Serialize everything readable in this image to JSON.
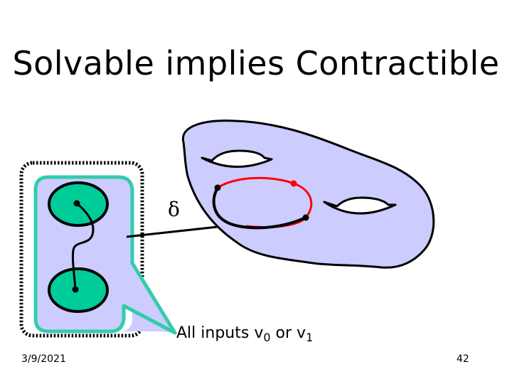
{
  "title": "Solvable implies Contractible",
  "map_label": "δ",
  "caption": {
    "prefix": "All inputs ",
    "var0": "v",
    "sub0": "0",
    "mid": " or ",
    "var1": "v",
    "sub1": "1"
  },
  "footer": {
    "date": "3/9/2021",
    "page": "42"
  },
  "colors": {
    "lavender": "#ccccff",
    "green": "#00cc99",
    "teal_border": "#33ccaa",
    "red": "#ff0000"
  }
}
